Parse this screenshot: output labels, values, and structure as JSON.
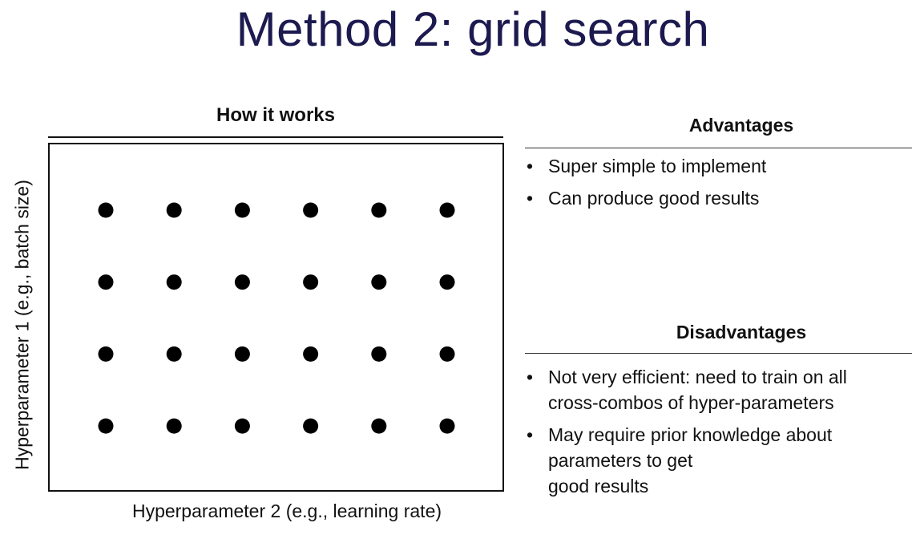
{
  "slide": {
    "title": "Method 2: grid search",
    "title_color": "#1c1a4f"
  },
  "diagram": {
    "heading": "How it works",
    "y_axis_label": "Hyperparameter 1 (e.g., batch size)",
    "x_axis_label": "Hyperparameter 2 (e.g., learning rate)",
    "grid_rows": 4,
    "grid_cols": 6,
    "dot_color": "#000000"
  },
  "advantages": {
    "heading": "Advantages",
    "items": [
      "Super simple to implement",
      "Can produce good results"
    ]
  },
  "disadvantages": {
    "heading": "Disadvantages",
    "items": [
      "Not very efficient: need to train on all\ncross-combos of hyper-parameters",
      "May require prior knowledge about\nparameters to get\ngood results"
    ]
  }
}
